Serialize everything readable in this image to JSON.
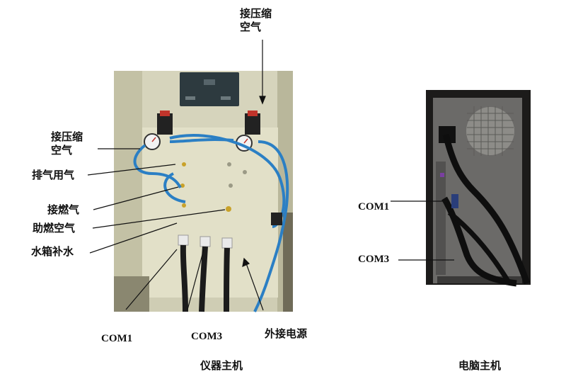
{
  "instrument": {
    "labels": {
      "top_air": "接压缩\n空气",
      "side_air": "接压缩\n空气",
      "exhaust": "排气用气",
      "fuel": "接燃气",
      "combustion_air": "助燃空气",
      "water_refill": "水箱补水",
      "com1": "COM1",
      "com3": "COM3",
      "power": "外接电源"
    },
    "caption": "仪器主机"
  },
  "computer": {
    "labels": {
      "com1": "COM1",
      "com3": "COM3"
    },
    "caption": "电脑主机"
  }
}
